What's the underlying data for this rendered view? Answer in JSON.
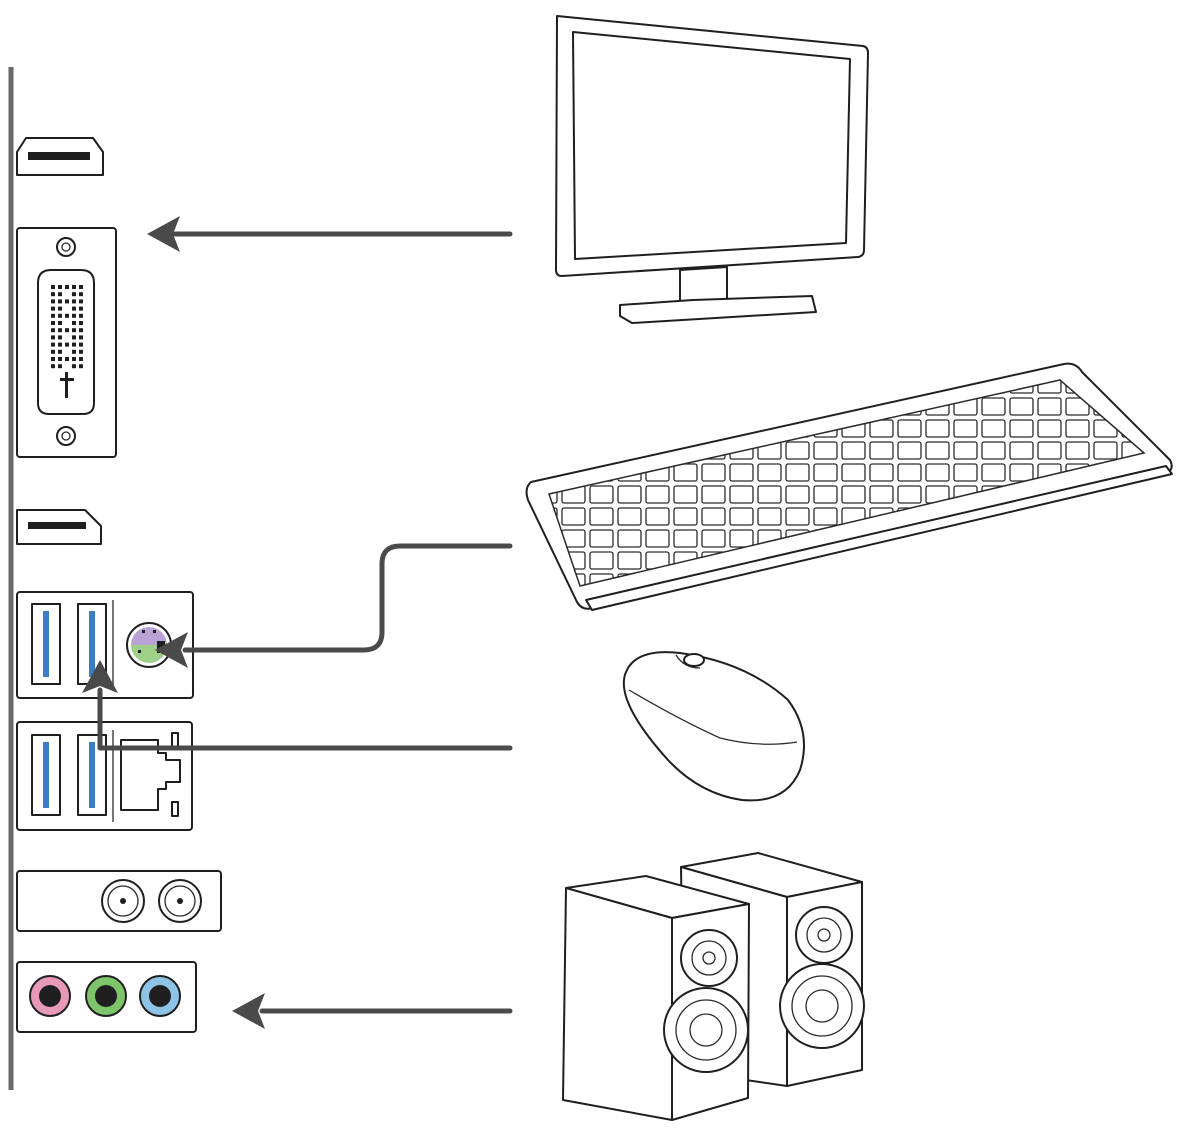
{
  "colors": {
    "line": "#1f1f1f",
    "arrow": "#4a4a4a",
    "usb_blue": "#3a7fc4",
    "ps2_purple": "#b9a3d6",
    "ps2_green": "#9fd08a",
    "audio_pink": "#e79ab8",
    "audio_green": "#7dc46a",
    "audio_blue": "#8ec3e8"
  },
  "ports": [
    "hdmi-port",
    "dvi-port",
    "displayport-port",
    "usb-ps2-port-block",
    "usb-lan-port-block",
    "wifi-antenna-port-block",
    "audio-jack-port-block"
  ],
  "devices": [
    "monitor",
    "keyboard",
    "mouse",
    "speakers"
  ],
  "connections": [
    {
      "device": "monitor",
      "port": "dvi-port"
    },
    {
      "device": "keyboard",
      "port": "ps2-port"
    },
    {
      "device": "mouse",
      "port": "usb-port"
    },
    {
      "device": "speakers",
      "port": "audio-jacks"
    }
  ]
}
